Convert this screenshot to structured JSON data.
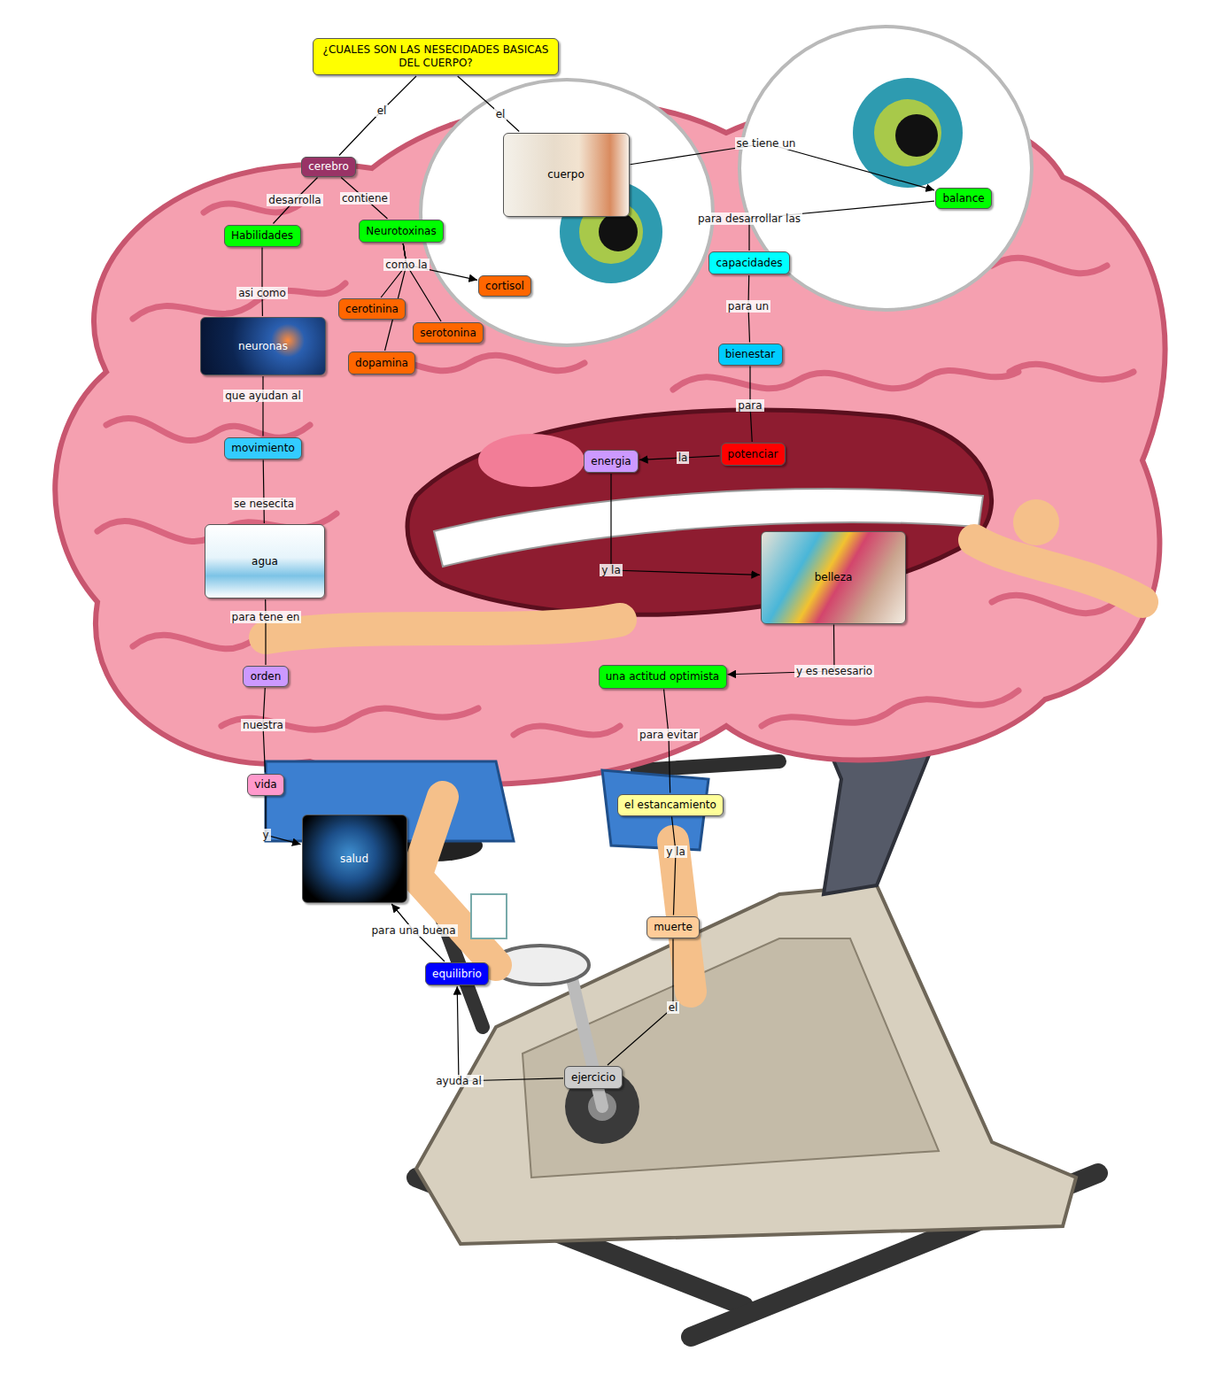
{
  "diagram": {
    "nodes": [
      {
        "text": [
          "¿CUALES SON LAS NESECIDADES BASICAS DEL CUERPO?"
        ]
      },
      {
        "text": [
          "cerebro"
        ]
      },
      {
        "text": [
          "cuerpo"
        ]
      },
      {
        "text": [
          "balance"
        ]
      },
      {
        "text": [
          "Habilidades"
        ]
      },
      {
        "text": [
          "Neurotoxinas"
        ]
      },
      {
        "text": [
          "capacidades"
        ]
      },
      {
        "text": [
          "cortisol"
        ]
      },
      {
        "text": [
          "cerotinina"
        ]
      },
      {
        "text": [
          "serotonina"
        ]
      },
      {
        "text": [
          "dopamina"
        ]
      },
      {
        "text": [
          "neuronas"
        ]
      },
      {
        "text": [
          "bienestar"
        ]
      },
      {
        "text": [
          "movimiento"
        ]
      },
      {
        "text": [
          "potenciar"
        ]
      },
      {
        "text": [
          "energia"
        ]
      },
      {
        "text": [
          "agua"
        ]
      },
      {
        "text": [
          "belleza"
        ]
      },
      {
        "text": [
          "orden"
        ]
      },
      {
        "text": [
          "una actitud optimista"
        ]
      },
      {
        "text": [
          "vida"
        ]
      },
      {
        "text": [
          "el estancamiento"
        ]
      },
      {
        "text": [
          "salud"
        ]
      },
      {
        "text": [
          "muerte"
        ]
      },
      {
        "text": [
          "equilibrio"
        ]
      },
      {
        "text": [
          "ejercicio"
        ]
      }
    ],
    "edges": [
      {
        "from": 0,
        "to": 1,
        "label": "el",
        "arrow": "none"
      },
      {
        "from": 0,
        "to": 2,
        "label": "el",
        "arrow": "none"
      },
      {
        "from": 2,
        "to": 3,
        "label": "se tiene un",
        "arrow": "to"
      },
      {
        "from": 1,
        "to": 4,
        "label": "desarrolla",
        "arrow": "none"
      },
      {
        "from": 1,
        "to": 5,
        "label": "contiene",
        "arrow": "none"
      },
      {
        "from": 3,
        "to": 6,
        "label": "para desarrollar las",
        "arrow": "none"
      },
      {
        "from": 5,
        "to": 7,
        "label": "como la",
        "arrow": "to"
      },
      {
        "from": 5,
        "to": 8,
        "arrow": "none"
      },
      {
        "from": 5,
        "to": 9,
        "arrow": "none"
      },
      {
        "from": 5,
        "to": 10,
        "arrow": "none"
      },
      {
        "from": 4,
        "to": 11,
        "label": "asi como",
        "arrow": "none"
      },
      {
        "from": 6,
        "to": 12,
        "label": "para un",
        "arrow": "none"
      },
      {
        "from": 11,
        "to": 13,
        "label": "que ayudan al",
        "arrow": "none"
      },
      {
        "from": 12,
        "to": 14,
        "label": "para",
        "arrow": "none"
      },
      {
        "from": 14,
        "to": 15,
        "label": "la",
        "arrow": "to"
      },
      {
        "from": 13,
        "to": 16,
        "label": "se nesecita",
        "arrow": "none"
      },
      {
        "from": 15,
        "to": 17,
        "label": "y la",
        "arrow": "to"
      },
      {
        "from": 17,
        "to": 19,
        "label": "y es nesesario",
        "arrow": "to"
      },
      {
        "from": 16,
        "to": 18,
        "label": "para tene en",
        "arrow": "none"
      },
      {
        "from": 18,
        "to": 20,
        "label": "nuestra",
        "arrow": "none"
      },
      {
        "from": 20,
        "to": 22,
        "label": "y",
        "arrow": "to"
      },
      {
        "from": 19,
        "to": 21,
        "label": "para evitar",
        "arrow": "none"
      },
      {
        "from": 21,
        "to": 23,
        "label": "y la",
        "arrow": "none"
      },
      {
        "from": 23,
        "to": 25,
        "label": "el",
        "arrow": "none"
      },
      {
        "from": 25,
        "to": 24,
        "label": "ayuda al",
        "arrow": "to"
      },
      {
        "from": 24,
        "to": 22,
        "label": "para una buena",
        "arrow": "to"
      }
    ]
  }
}
